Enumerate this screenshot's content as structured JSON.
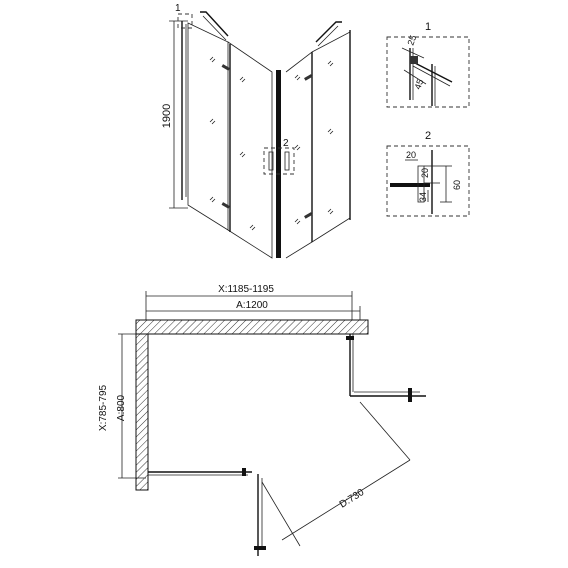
{
  "elevation": {
    "height_label": "1900",
    "detail_ref_1": "1",
    "detail_ref_2": "2"
  },
  "detail_1": {
    "title": "1",
    "dim_angle_1": "25",
    "dim_angle_2": "45"
  },
  "detail_2": {
    "title": "2",
    "dim_20_top": "20",
    "dim_20_right": "20",
    "dim_34": "34",
    "dim_60": "60"
  },
  "plan": {
    "width_range": "X:1185-1195",
    "width_nominal": "A:1200",
    "depth_range": "X:785-795",
    "depth_nominal": "A:800",
    "door_swing": "D:730"
  },
  "colors": {
    "line": "#111111",
    "hatch": "#333333",
    "background": "#ffffff"
  }
}
